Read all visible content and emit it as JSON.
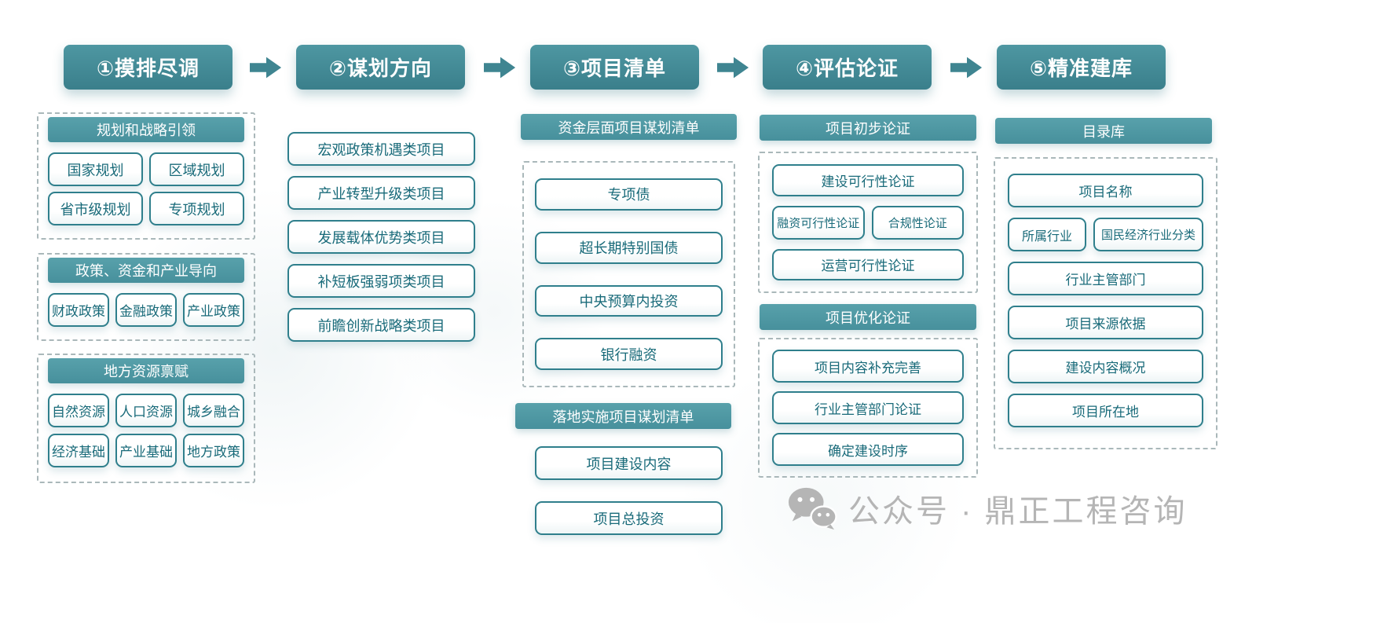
{
  "flow": {
    "stages": [
      "①摸排尽调",
      "②谋划方向",
      "③项目清单",
      "④评估论证",
      "⑤精准建库"
    ]
  },
  "survey": {
    "groups": [
      {
        "title": "规划和战略引领",
        "items": [
          "国家规划",
          "区域规划",
          "省市级规划",
          "专项规划"
        ]
      },
      {
        "title": "政策、资金和产业导向",
        "items": [
          "财政政策",
          "金融政策",
          "产业政策"
        ]
      },
      {
        "title": "地方资源禀赋",
        "items": [
          "自然资源",
          "人口资源",
          "城乡融合",
          "经济基础",
          "产业基础",
          "地方政策"
        ]
      }
    ]
  },
  "direction": {
    "items": [
      "宏观政策机遇类项目",
      "产业转型升级类项目",
      "发展载体优势类项目",
      "补短板强弱项类项目",
      "前瞻创新战略类项目"
    ]
  },
  "project_list": {
    "funding": {
      "title": "资金层面项目谋划清单",
      "items": [
        "专项债",
        "超长期特别国债",
        "中央预算内投资",
        "银行融资"
      ]
    },
    "implementation": {
      "title": "落地实施项目谋划清单",
      "items": [
        "项目建设内容",
        "项目总投资"
      ]
    }
  },
  "evaluation": {
    "preliminary": {
      "title": "项目初步论证",
      "top": "建设可行性论证",
      "pair": [
        "融资可行性论证",
        "合规性论证"
      ],
      "bottom": "运营可行性论证"
    },
    "optimization": {
      "title": "项目优化论证",
      "items": [
        "项目内容补充完善",
        "行业主管部门论证",
        "确定建设时序"
      ]
    }
  },
  "database": {
    "title": "目录库",
    "top": "项目名称",
    "pair": [
      "所属行业",
      "国民经济行业分类"
    ],
    "items": [
      "行业主管部门",
      "项目来源依据",
      "建设内容概况",
      "项目所在地"
    ]
  },
  "watermark": {
    "icon": "wechat-icon",
    "text": "公众号 · 鼎正工程咨询"
  },
  "colors": {
    "stage_fill": "#3f8591",
    "bar_fill": "#4f98a3",
    "box_border": "#2f7f8c",
    "box_text": "#186a79",
    "dashed_border": "#aab8ba",
    "watermark_gray": "#b5b5b5"
  }
}
